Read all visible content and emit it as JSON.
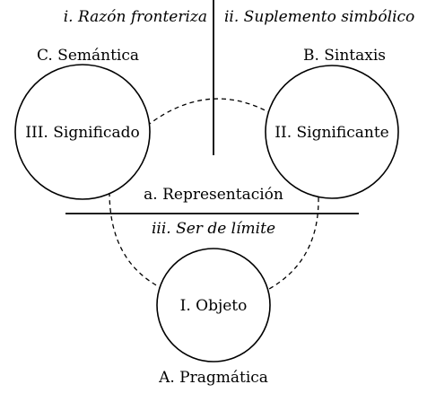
{
  "diagram": {
    "headers": {
      "left": "i. Razón fronteriza",
      "right": "ii. Suplemento simbólico"
    },
    "dimensions": {
      "semantic": "C. Semántica",
      "syntactic": "B. Sintaxis",
      "pragmatic": "A. Pragmática"
    },
    "nodes": {
      "significado": "III. Significado",
      "significante": "II. Significante",
      "objeto": "I. Objeto"
    },
    "relation": {
      "top": "a. Representación",
      "bottom": "iii. Ser de límite"
    }
  }
}
